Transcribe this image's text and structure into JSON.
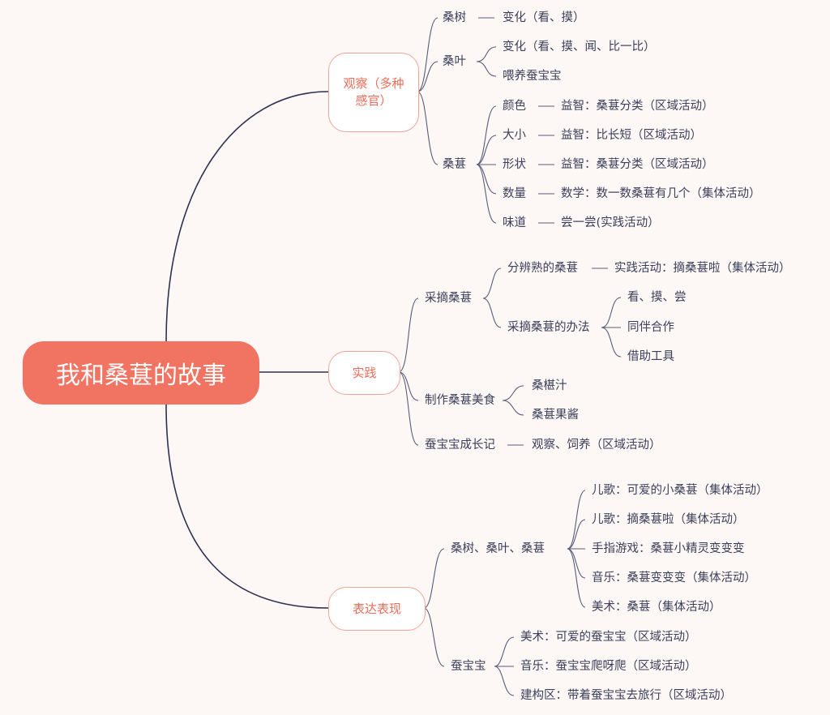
{
  "root": {
    "title": "我和桑葚的故事"
  },
  "branches": {
    "observe": {
      "title": "观察（多种感官）",
      "mulberry_tree": {
        "label": "桑树",
        "child": "变化（看、摸）"
      },
      "mulberry_leaf": {
        "label": "桑叶",
        "children": [
          "变化（看、摸、闻、比一比）",
          "喂养蚕宝宝"
        ]
      },
      "mulberry_fruit": {
        "label": "桑葚",
        "items": [
          {
            "label": "颜色",
            "detail": "益智：桑葚分类（区域活动）"
          },
          {
            "label": "大小",
            "detail": "益智：比长短（区域活动）"
          },
          {
            "label": "形状",
            "detail": "益智：桑葚分类（区域活动）"
          },
          {
            "label": "数量",
            "detail": "数学：数一数桑葚有几个（集体活动）"
          },
          {
            "label": "味道",
            "detail": "尝一尝(实践活动）"
          }
        ]
      }
    },
    "practice": {
      "title": "实践",
      "pick": {
        "label": "采摘桑葚",
        "distinguish": {
          "label": "分辨熟的桑葚",
          "detail": "实践活动：摘桑葚啦（集体活动）"
        },
        "method": {
          "label": "采摘桑葚的办法",
          "children": [
            "看、摸、尝",
            "同伴合作",
            "借助工具"
          ]
        }
      },
      "food": {
        "label": "制作桑葚美食",
        "children": [
          "桑椹汁",
          "桑葚果酱"
        ]
      },
      "silkworm": {
        "label": "蚕宝宝成长记",
        "detail": "观察、饲养（区域活动）"
      }
    },
    "express": {
      "title": "表达表现",
      "tree_leaf_fruit": {
        "label": "桑树、桑叶、桑葚",
        "children": [
          "儿歌：可爱的小桑葚（集体活动）",
          "儿歌：摘桑葚啦（集体活动）",
          "手指游戏：桑葚小精灵变变变",
          "音乐：桑葚变变变（集体活动）",
          "美术：桑葚（集体活动）"
        ]
      },
      "silkworm": {
        "label": "蚕宝宝",
        "children": [
          "美术：可爱的蚕宝宝（区域活动）",
          "音乐：蚕宝宝爬呀爬（区域活动）",
          "建构区：带着蚕宝宝去旅行（区域活动）"
        ]
      }
    }
  },
  "colors": {
    "root_fill": "#f07461",
    "branch_text": "#ea6d58",
    "branch_border": "#f0a596",
    "line": "#2f3150",
    "background": "#fdf7f5"
  }
}
